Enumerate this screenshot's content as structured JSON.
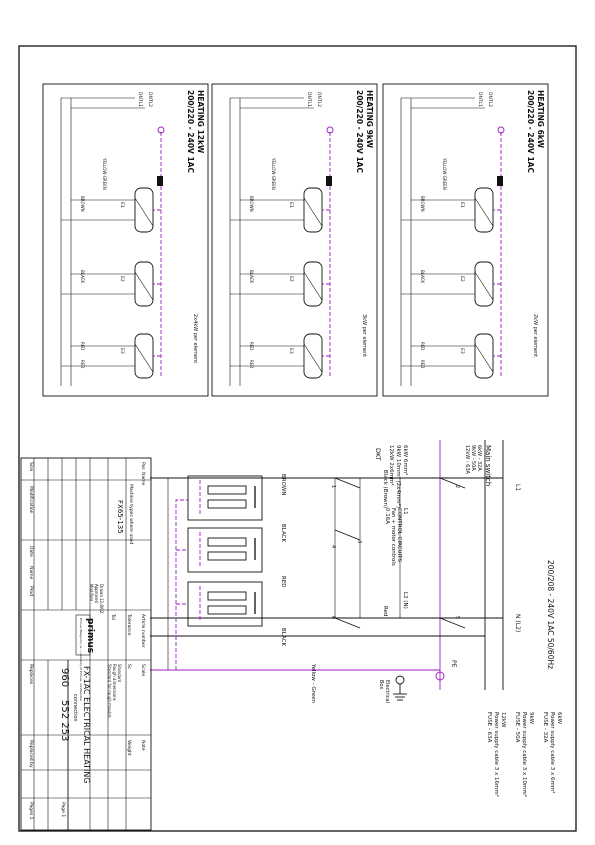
{
  "colors": {
    "ink": "#111111",
    "conductor_dash": "#a21ac2",
    "paper": "#ffffff"
  },
  "panels": [
    {
      "title_line1": "HEATING 12kW",
      "title_line2": "200/220 - 240V 1AC",
      "bottom_note": "2x4kW per element",
      "terminal_top": "DNTL1",
      "terminal_bot": "DNTL2",
      "wire_labels": [
        "YELLOW-GREEN",
        "BROWN",
        "BLACK",
        "RED",
        "RED"
      ],
      "element_labels": [
        "E1",
        "E2",
        "E3"
      ]
    },
    {
      "title_line1": "HEATING 9kW",
      "title_line2": "200/220 - 240V 1AC",
      "bottom_note": "3kW per element",
      "terminal_top": "DNTL1",
      "terminal_bot": "DNTL2",
      "wire_labels": [
        "YELLOW-GREEN",
        "BROWN",
        "BLACK",
        "RED",
        "RED"
      ],
      "element_labels": [
        "E1",
        "E2",
        "E3"
      ]
    },
    {
      "title_line1": "HEATING 6kW",
      "title_line2": "200/220 - 240V 1AC",
      "bottom_note": "2kW per element",
      "terminal_top": "DNTL1",
      "terminal_bot": "DNTL2",
      "wire_labels": [
        "YELLOW-GREEN",
        "BROWN",
        "BLACK",
        "RED",
        "RED"
      ],
      "element_labels": [
        "E1",
        "E2",
        "E3"
      ]
    }
  ],
  "main": {
    "supply_title": "200/208 - 240V 1AC 50/60Hz",
    "main_switch": "Main switch",
    "switch_ratings": [
      "6kW - 32A",
      "9kW - 50A",
      "12kW - 63A"
    ],
    "cable_specs": [
      "6kW 6mm²",
      "9kW 10mm² (2x4mm²)",
      "12kW 2x6mm²"
    ],
    "dkt": "DKT",
    "control_text": [
      "L1",
      "CONTROL CIRCUITS",
      "Fan + motor controls",
      "0.16A"
    ],
    "control_tag": "L2 (N)",
    "wire_colors": [
      "BROWN",
      "BLACK",
      "RED",
      "BLACK"
    ],
    "conductor_labels": [
      "Black (Brown)",
      "Red"
    ],
    "terminal_numbers": [
      "1",
      "2",
      "3",
      "4",
      "5",
      "6"
    ],
    "line_labels": [
      "L1",
      "N (L2)",
      "PE"
    ],
    "pe_wire": "Yellow - Green",
    "earth_labels": [
      "Electrical",
      "Box"
    ],
    "fuse_notes": [
      "6kW",
      "Power supply cable 3 x 6mm²",
      "FUSE - 32A",
      "9kW",
      "Power supply cable 3 x 10mm²",
      "FUSE - 50A",
      "12kW",
      "Power supply cable 3 x 16mm²",
      "FUSE - 63A"
    ]
  },
  "title_block": {
    "pos_label": "Pos",
    "name_label": "Name",
    "machine_label": "Machine types where used",
    "machine_value": "FX65-135",
    "article_label": "Article number",
    "tolerance_label": "Tolerance",
    "scale_label": "Scale",
    "tol_value": "Tol",
    "scale_value": "Sc",
    "note_label": "Note",
    "weight_label": "Weight",
    "drawn_rows": [
      "Drawn",
      "Approved",
      "Modified"
    ],
    "dates": [
      "12.8/02",
      "",
      ""
    ],
    "brand": "primus",
    "brand_sub": "Primus (Belgium) nv — property of Primus, confidential",
    "description": "FX-1AC ELECTRICAL HEATING",
    "description_sub": "connection",
    "general_tol": [
      "Standard",
      "Rough dimensions",
      "Standard for rough moulds"
    ],
    "code_left": "960",
    "code_right": "552 253",
    "revision_cols": [
      "Size",
      "Modification",
      "Date",
      "Name",
      "Prod"
    ],
    "replaced_by": "Replaced by",
    "replaces": "Replaces",
    "page_label": "Page 1",
    "pages_label": "Pages 1"
  }
}
